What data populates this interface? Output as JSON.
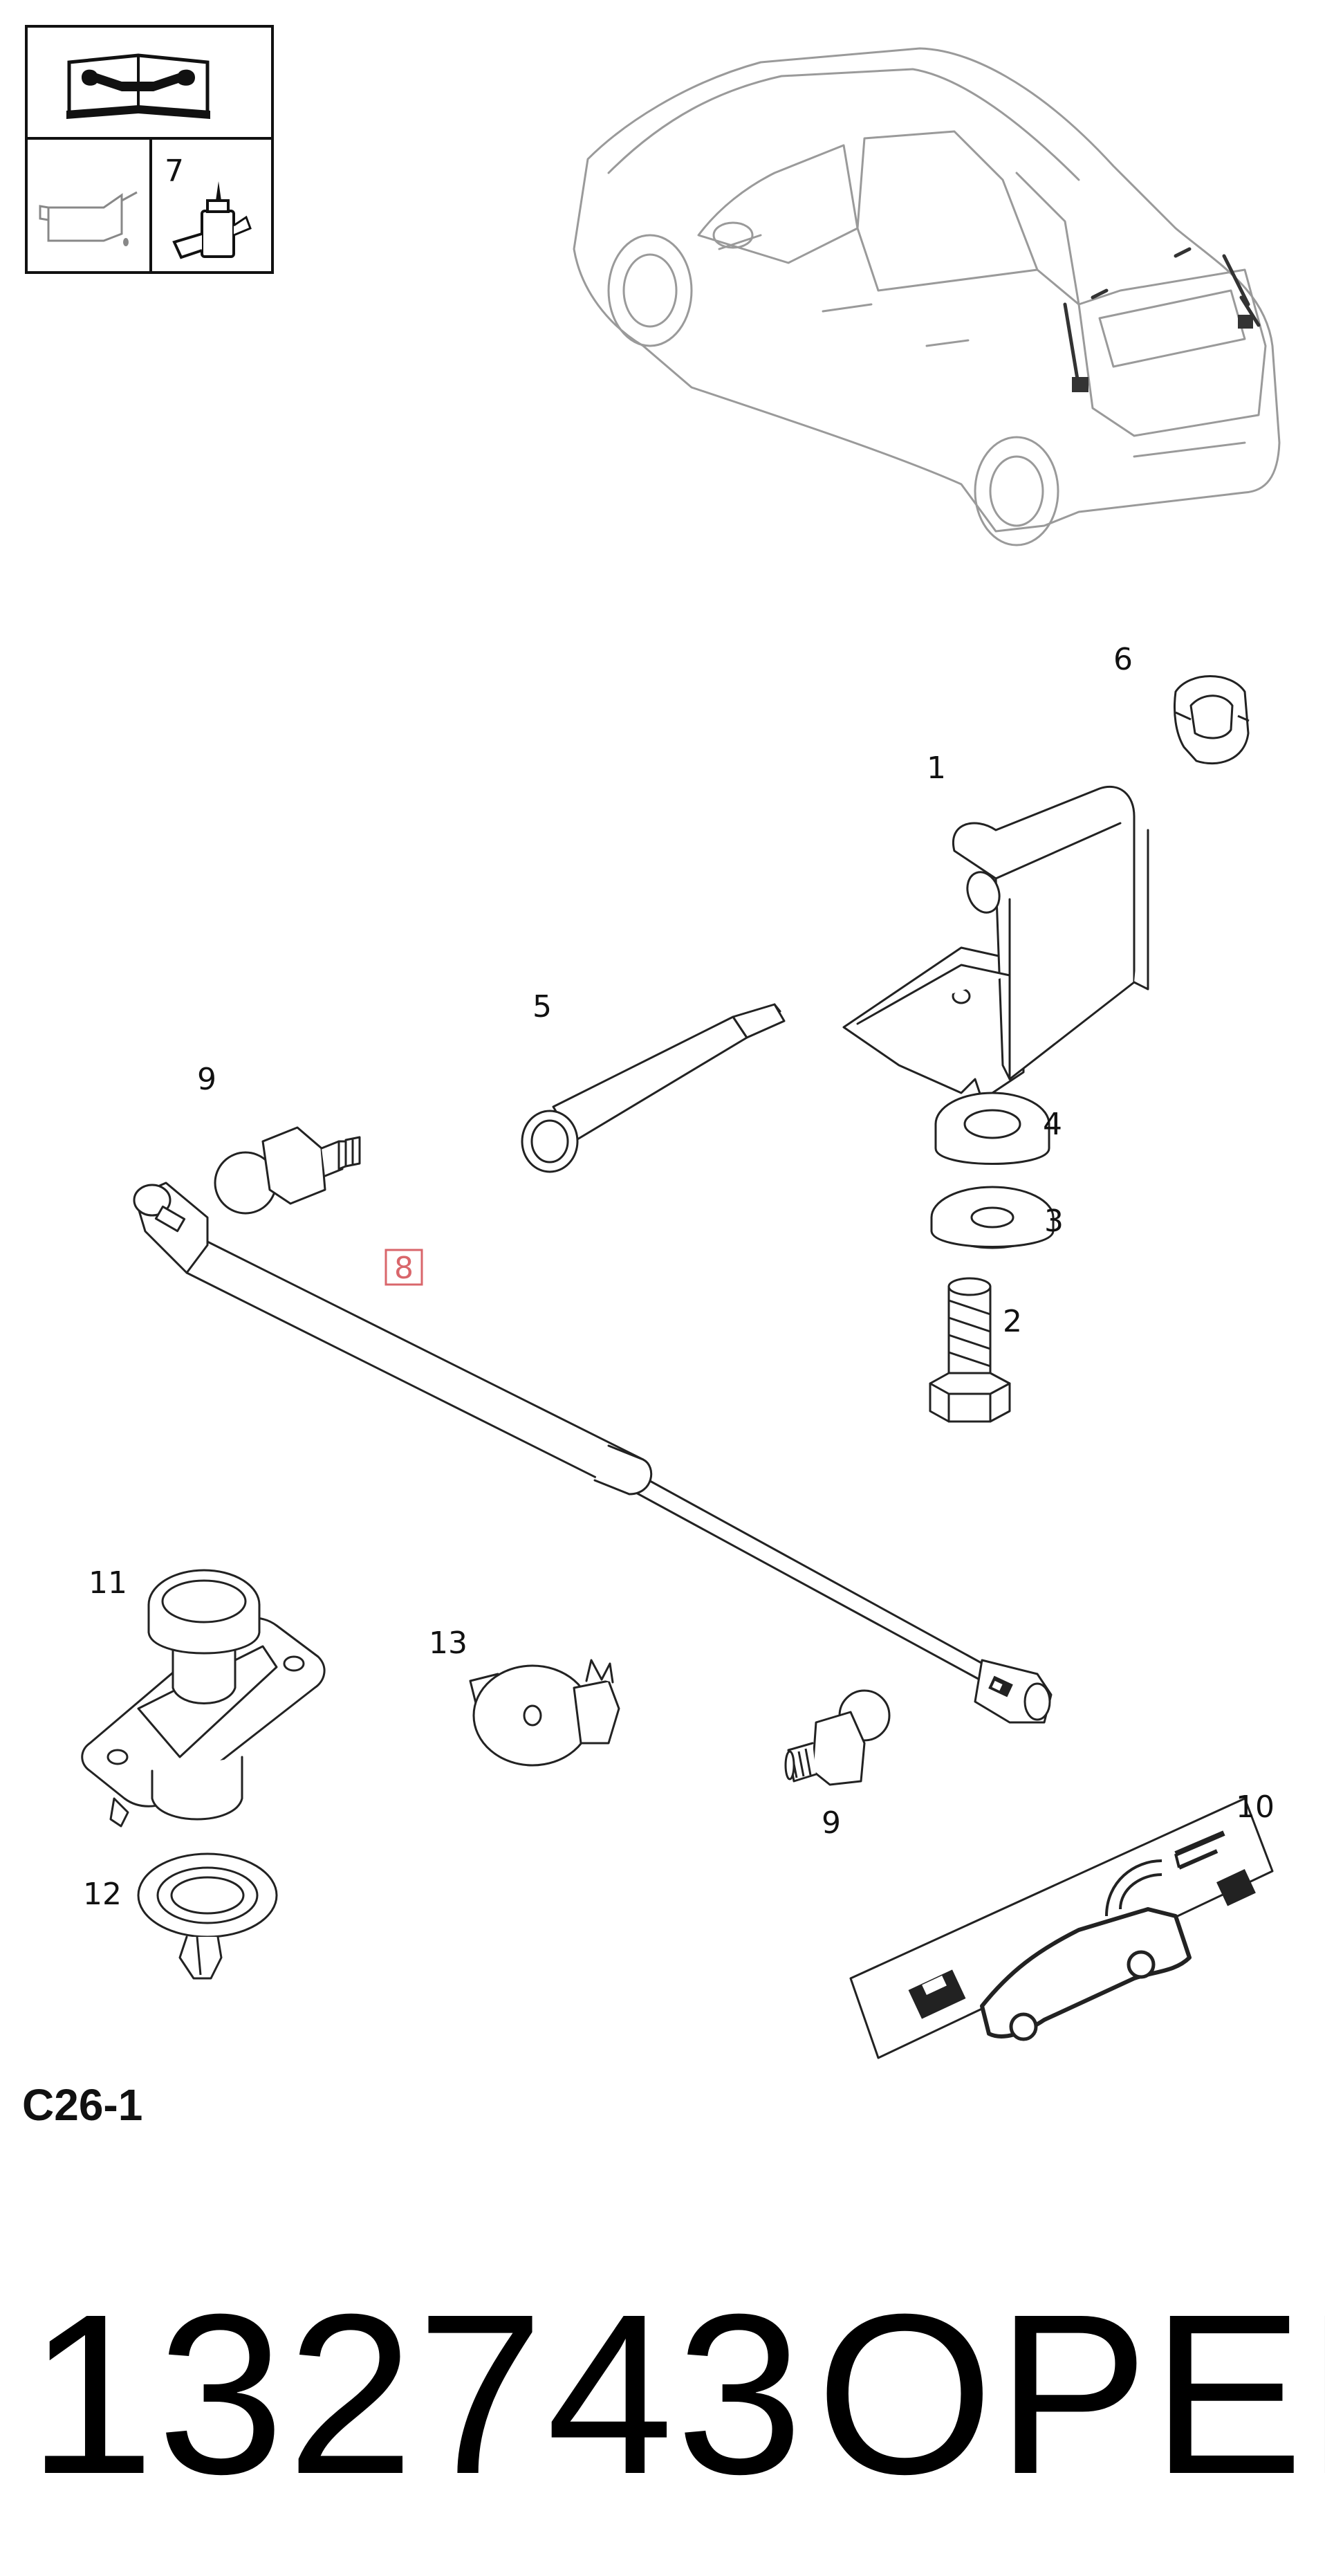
{
  "sheet_code": "C26-1",
  "part_number": "132743",
  "brand": "OPEL",
  "legend_box": {
    "icon_manual": "wrench-book-icon",
    "icon_oil": "oil-can-icon",
    "icon_adhesive": "adhesive-tube-icon",
    "item_label": "7"
  },
  "callouts": {
    "c1": "1",
    "c2": "2",
    "c3": "3",
    "c4": "4",
    "c5": "5",
    "c6": "6",
    "c8": "8",
    "c9a": "9",
    "c9b": "9",
    "c10": "10",
    "c11": "11",
    "c12": "12",
    "c13": "13"
  },
  "colors": {
    "highlight_box": "#d9666b",
    "ink": "#222222",
    "car_outline": "#9a9a9a"
  }
}
